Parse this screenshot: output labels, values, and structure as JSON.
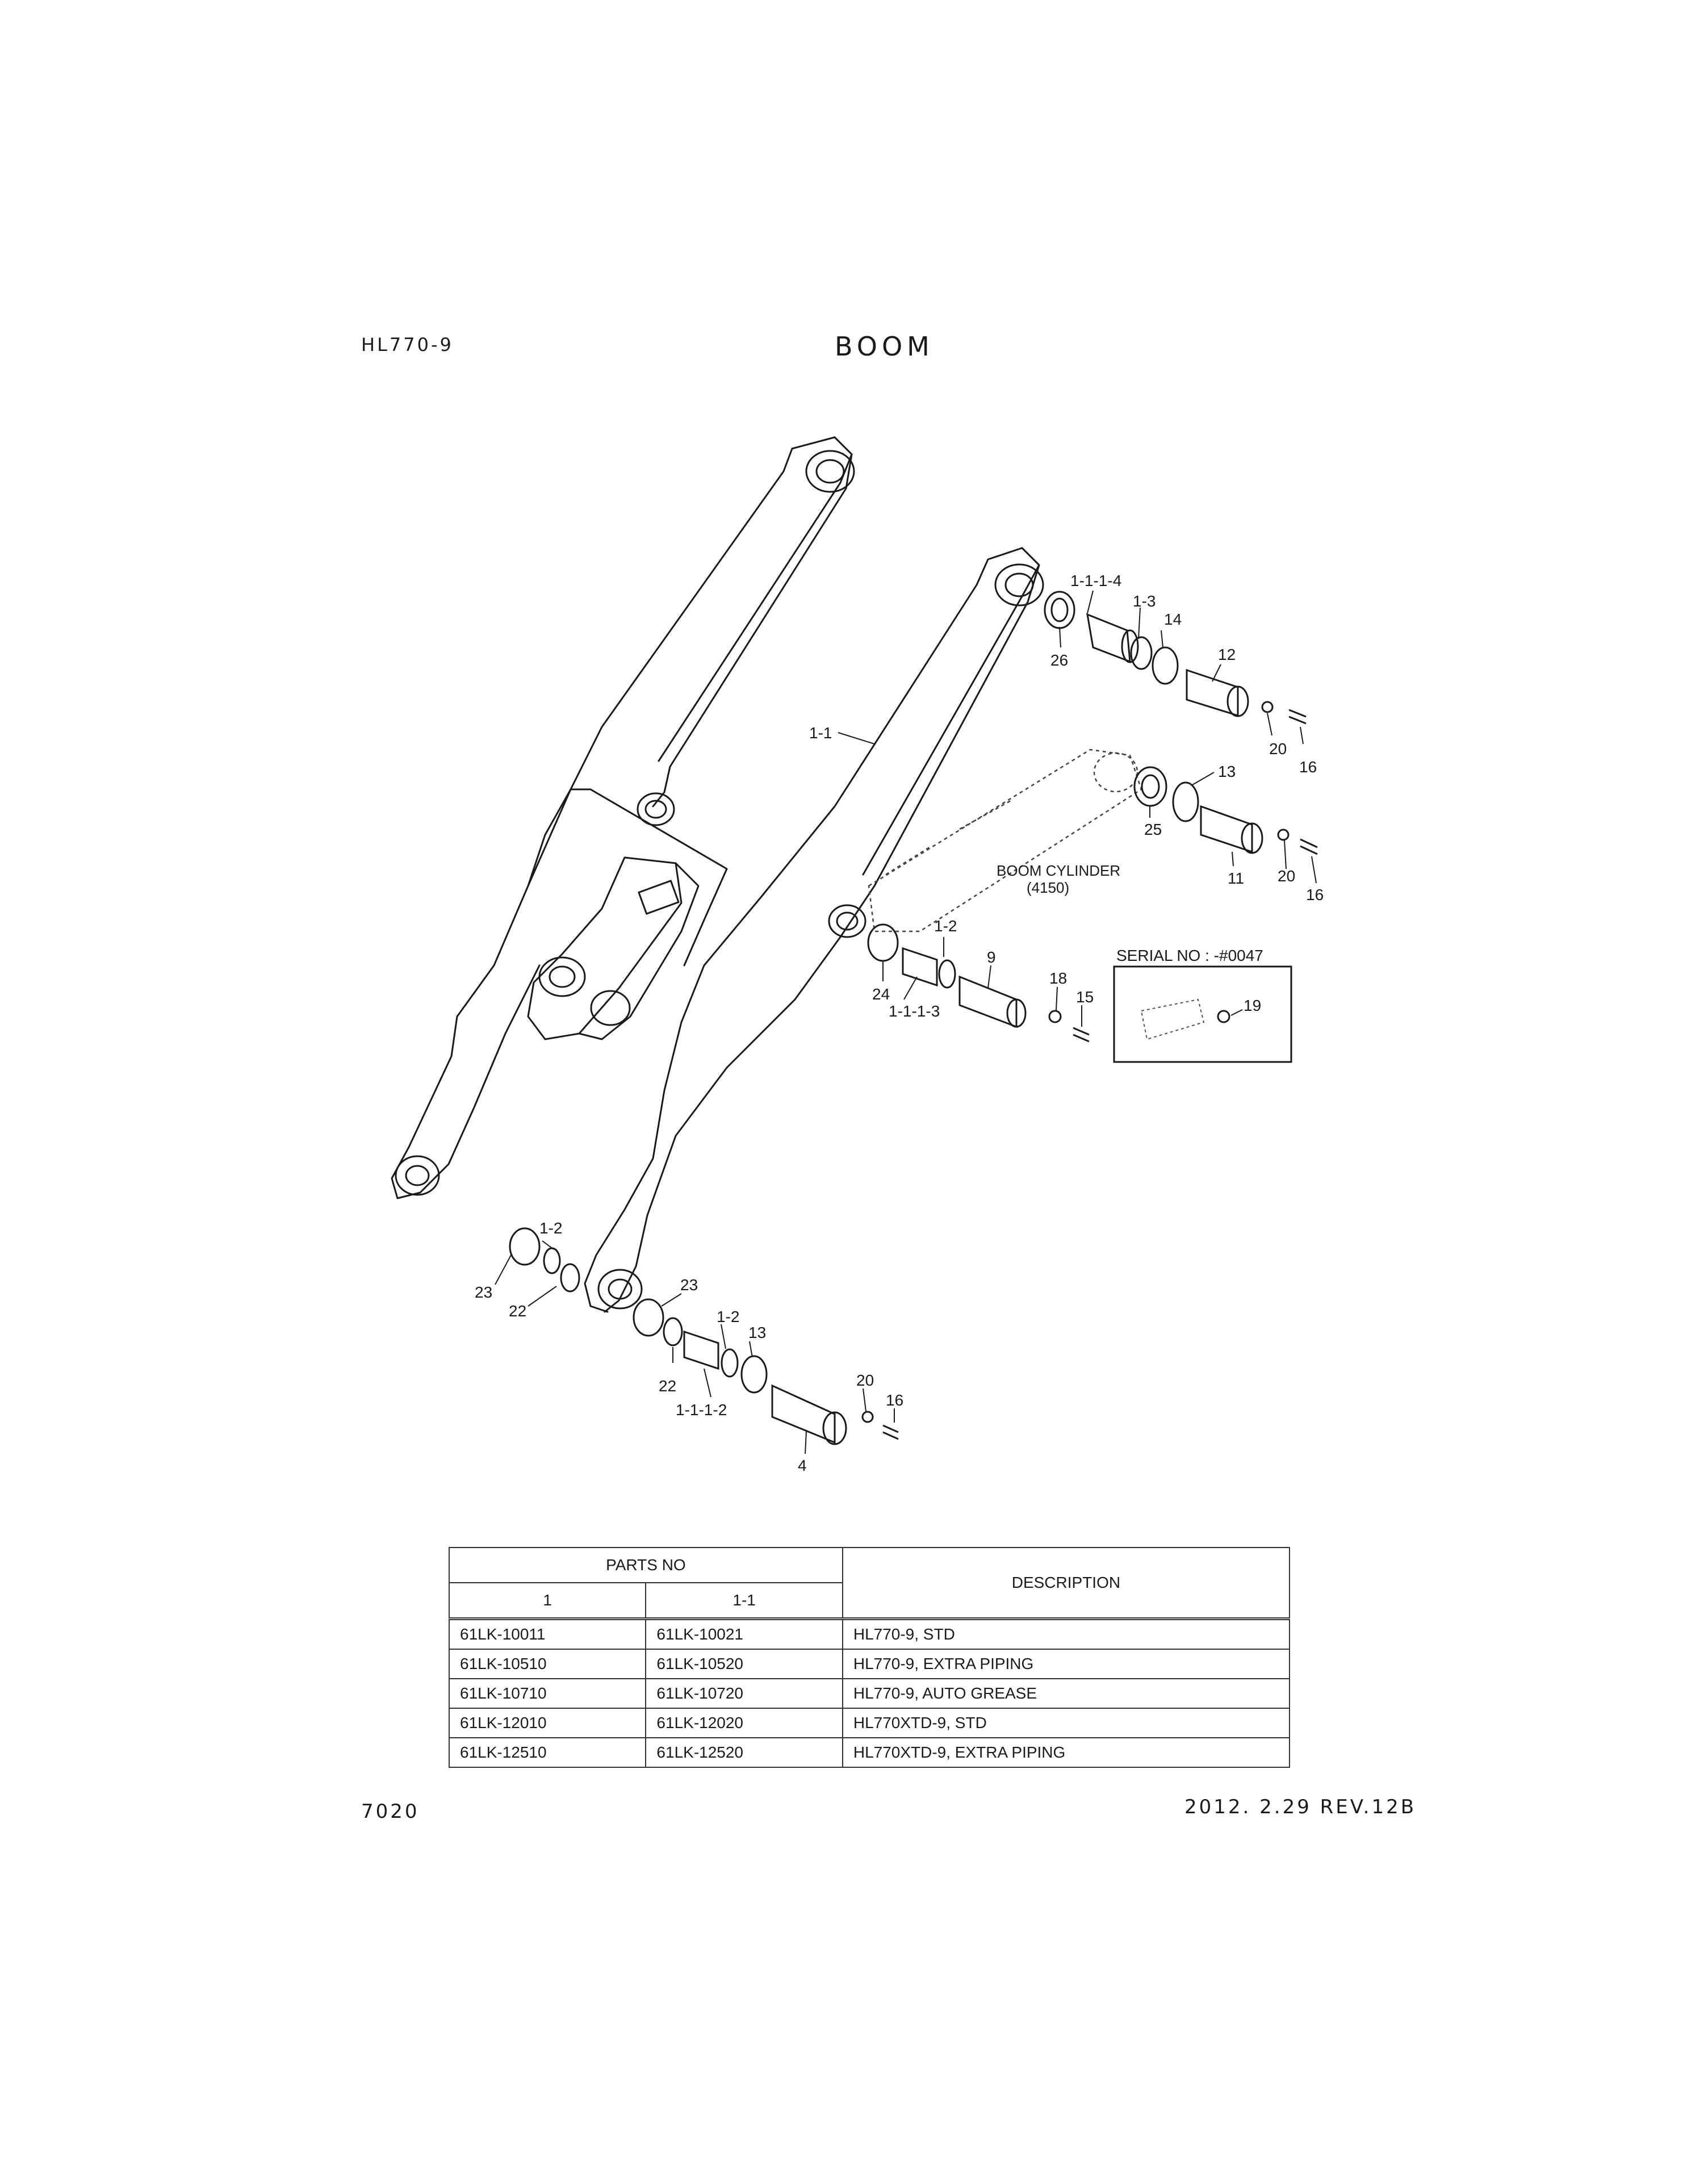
{
  "header": {
    "model": "HL770-9",
    "title": "BOOM"
  },
  "footer": {
    "page_number": "7020",
    "revision": "2012. 2.29 REV.12B"
  },
  "diagram": {
    "callouts": [
      "1-1-1-4",
      "1-3",
      "14",
      "12",
      "26",
      "20",
      "16",
      "1-1",
      "13",
      "25",
      "11",
      "20",
      "16",
      "1-2",
      "9",
      "18",
      "15",
      "24",
      "1-1-1-3",
      "1-2",
      "23",
      "22",
      "23",
      "1-2",
      "13",
      "22",
      "1-1-1-2",
      "20",
      "16",
      "4",
      "19"
    ],
    "boom_cylinder_label": "BOOM CYLINDER",
    "boom_cylinder_ref": "(4150)",
    "serial_label": "SERIAL NO : -#0047"
  },
  "table": {
    "group_header": "PARTS NO",
    "col1": "1",
    "col2": "1-1",
    "desc_header": "DESCRIPTION",
    "rows": [
      {
        "p1": "61LK-10011",
        "p2": "61LK-10021",
        "desc": "HL770-9, STD"
      },
      {
        "p1": "61LK-10510",
        "p2": "61LK-10520",
        "desc": "HL770-9, EXTRA PIPING"
      },
      {
        "p1": "61LK-10710",
        "p2": "61LK-10720",
        "desc": "HL770-9, AUTO GREASE"
      },
      {
        "p1": "61LK-12010",
        "p2": "61LK-12020",
        "desc": "HL770XTD-9, STD"
      },
      {
        "p1": "61LK-12510",
        "p2": "61LK-12520",
        "desc": "HL770XTD-9, EXTRA PIPING"
      }
    ]
  }
}
